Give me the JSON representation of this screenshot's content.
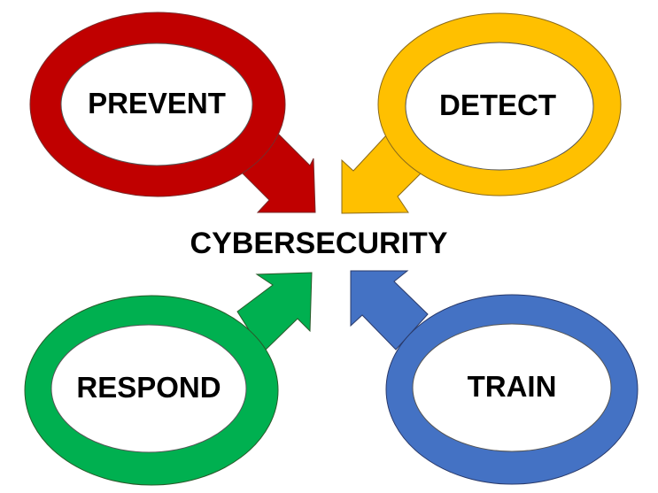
{
  "center": {
    "label": "CYBERSECURITY"
  },
  "nodes": [
    {
      "id": "prevent",
      "label": "PREVENT",
      "color": "#C00000"
    },
    {
      "id": "detect",
      "label": "DETECT",
      "color": "#FFC000"
    },
    {
      "id": "respond",
      "label": "RESPOND",
      "color": "#00B050"
    },
    {
      "id": "train",
      "label": "TRAIN",
      "color": "#4472C4"
    }
  ]
}
